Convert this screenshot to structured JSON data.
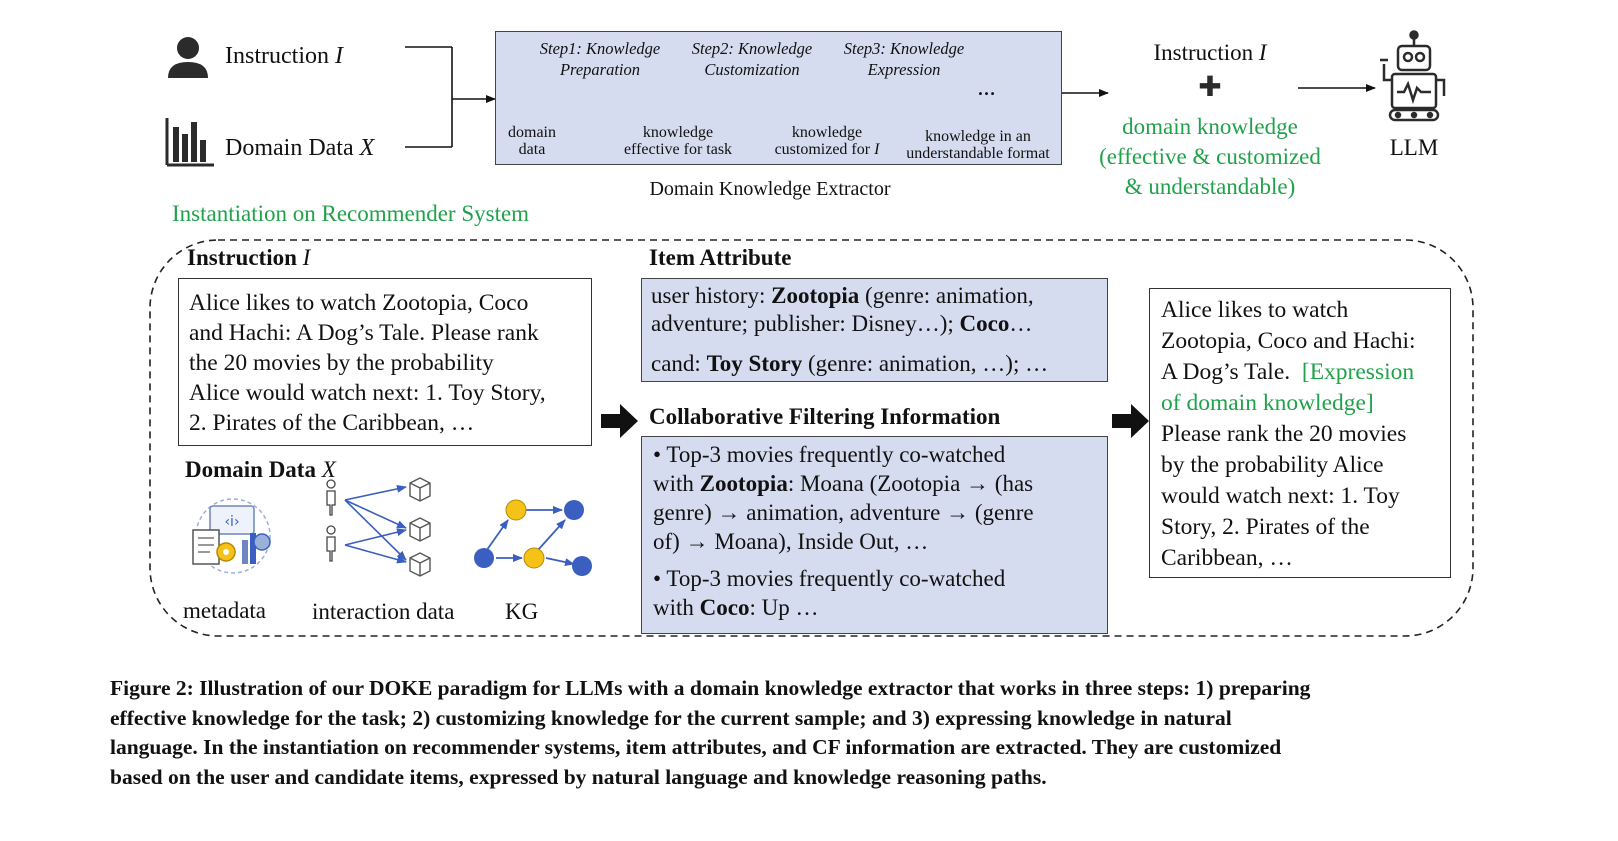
{
  "top": {
    "instruction_label": "Instruction ",
    "instruction_var": "I",
    "domain_data_label": "Domain Data ",
    "domain_data_var": "X",
    "extractor": {
      "title": "Domain Knowledge Extractor",
      "step1_line1": "Step1: Knowledge",
      "step1_line2": "Preparation",
      "step2_line1": "Step2: Knowledge",
      "step2_line2": "Customization",
      "step3_line1": "Step3: Knowledge",
      "step3_line2": "Expression",
      "domain_data_l1": "domain",
      "domain_data_l2": "data",
      "effective_l1": "knowledge",
      "effective_l2": "effective for task",
      "customized_l1": "knowledge",
      "customized_l2": "customized for ",
      "customized_var": "I",
      "format_l1": "knowledge in an",
      "format_l2": "understandable format",
      "bubble_text": "…"
    },
    "right_instruction_label": "Instruction ",
    "right_instruction_var": "I",
    "plus": "✚",
    "domain_knowledge_l1": "domain knowledge",
    "domain_knowledge_l2": "(effective & customized",
    "domain_knowledge_l3": "& understandable)",
    "llm_label": "LLM"
  },
  "instantiation_title": "Instantiation on Recommender System",
  "left": {
    "instruction_title": "Instruction ",
    "instruction_title_var": "I",
    "instruction_text": [
      "Alice likes to watch Zootopia, Coco",
      "and Hachi: A Dog’s Tale. Please rank",
      "the 20 movies by the probability",
      "Alice would watch next: 1. Toy Story,",
      "2. Pirates of the Caribbean, …"
    ],
    "domain_title": "Domain Data ",
    "domain_title_var": "X",
    "metadata_label": "metadata",
    "interaction_label": "interaction data",
    "kg_label": "KG"
  },
  "middle": {
    "item_attr_title": "Item Attribute",
    "ia_l1_pre": "user history: ",
    "ia_l1_bold": "Zootopia",
    "ia_l1_post": " (genre: animation,",
    "ia_l2_pre": "adventure; publisher: Disney…); ",
    "ia_l2_bold": "Coco",
    "ia_l2_post": "…",
    "ia_l3_pre": "cand: ",
    "ia_l3_bold": "Toy Story",
    "ia_l3_post": " (genre: animation, …); …",
    "cf_title": "Collaborative Filtering Information",
    "cf1_l1": "•   Top-3 movies frequently co-watched",
    "cf1_l2_pre": "with ",
    "cf1_l2_bold": "Zootopia",
    "cf1_l2_post": ": Moana (Zootopia → (has",
    "cf1_l3": "genre) → animation, adventure → (genre",
    "cf1_l4": "of) → Moana), Inside Out, …",
    "cf2_l1": "•   Top-3 movies frequently co-watched",
    "cf2_l2_pre": "with ",
    "cf2_l2_bold": "Coco",
    "cf2_l2_post": ": Up …"
  },
  "right": {
    "lines": [
      "Alice likes to watch",
      "Zootopia, Coco and Hachi:",
      "A Dog’s Tale.  "
    ],
    "green_a": "[Expression",
    "green_b": "of domain knowledge]",
    "rest": [
      "Please rank the 20 movies",
      "by the probability Alice",
      "would watch next: 1. Toy",
      "Story, 2. Pirates of the",
      "Caribbean, …"
    ]
  },
  "caption": {
    "l1": "Figure 2: Illustration of our DOKE paradigm for LLMs with a domain knowledge extractor that works in three steps: 1) preparing",
    "l2": "effective knowledge for the task; 2) customizing knowledge for the current sample; and 3) expressing knowledge in natural",
    "l3": "language. In the instantiation on recommender systems, item attributes, and CF information are extracted. They are customized",
    "l4": "based on the user and candidate items, expressed by natural language and knowledge reasoning paths."
  },
  "colors": {
    "green": "#1fa24a",
    "extractor_bg": "#d6dcf0",
    "node_blue": "#3a5fc0",
    "node_yellow": "#f5c218",
    "icon_dark": "#2b2b2b"
  }
}
